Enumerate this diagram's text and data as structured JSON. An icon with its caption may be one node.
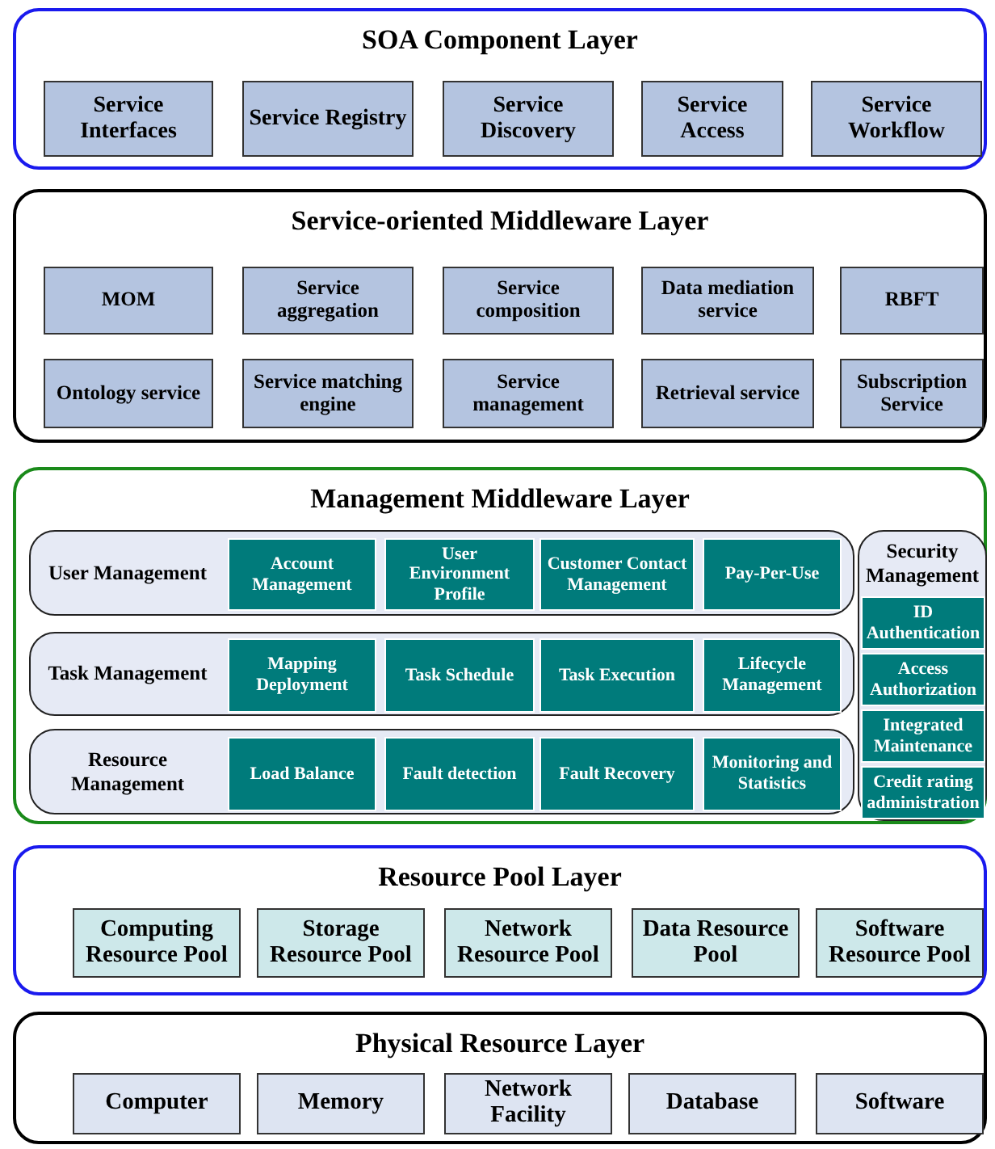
{
  "diagram": {
    "nodes": [
      {
        "text": [
          "SOA Component Layer"
        ]
      },
      {
        "text": [
          "Service Interfaces"
        ],
        "in": 0
      },
      {
        "text": [
          "Service Registry"
        ],
        "in": 0
      },
      {
        "text": [
          "Service Discovery"
        ],
        "in": 0
      },
      {
        "text": [
          "Service Access"
        ],
        "in": 0
      },
      {
        "text": [
          "Service Workflow"
        ],
        "in": 0
      },
      {
        "text": [
          "Service-oriented Middleware Layer"
        ]
      },
      {
        "text": [
          "MOM"
        ],
        "in": 6
      },
      {
        "text": [
          "Service aggregation"
        ],
        "in": 6
      },
      {
        "text": [
          "Service composition"
        ],
        "in": 6
      },
      {
        "text": [
          "Data mediation service"
        ],
        "in": 6
      },
      {
        "text": [
          "RBFT"
        ],
        "in": 6
      },
      {
        "text": [
          "Ontology service"
        ],
        "in": 6
      },
      {
        "text": [
          "Service matching engine"
        ],
        "in": 6
      },
      {
        "text": [
          "Service management"
        ],
        "in": 6
      },
      {
        "text": [
          "Retrieval service"
        ],
        "in": 6
      },
      {
        "text": [
          "Subscription Service"
        ],
        "in": 6
      },
      {
        "text": [
          "Management Middleware Layer"
        ]
      },
      {
        "text": [
          "User Management"
        ],
        "in": 17
      },
      {
        "text": [
          "Account Management"
        ],
        "in": 18
      },
      {
        "text": [
          "User Environment Profile"
        ],
        "in": 18
      },
      {
        "text": [
          "Customer Contact Management"
        ],
        "in": 18
      },
      {
        "text": [
          "Pay-Per-Use"
        ],
        "in": 18
      },
      {
        "text": [
          "Task Management"
        ],
        "in": 17
      },
      {
        "text": [
          "Mapping Deployment"
        ],
        "in": 23
      },
      {
        "text": [
          "Task Schedule"
        ],
        "in": 23
      },
      {
        "text": [
          "Task Execution"
        ],
        "in": 23
      },
      {
        "text": [
          "Lifecycle Management"
        ],
        "in": 23
      },
      {
        "text": [
          "Resource Management"
        ],
        "in": 17
      },
      {
        "text": [
          "Load Balance"
        ],
        "in": 28
      },
      {
        "text": [
          "Fault detection"
        ],
        "in": 28
      },
      {
        "text": [
          "Fault Recovery"
        ],
        "in": 28
      },
      {
        "text": [
          "Monitoring and Statistics"
        ],
        "in": 28
      },
      {
        "text": [
          "Security Management"
        ],
        "in": 17
      },
      {
        "text": [
          "ID Authentication"
        ],
        "in": 33
      },
      {
        "text": [
          "Access Authorization"
        ],
        "in": 33
      },
      {
        "text": [
          "Integrated Maintenance"
        ],
        "in": 33
      },
      {
        "text": [
          "Credit rating administration"
        ],
        "in": 33
      },
      {
        "text": [
          "Resource Pool Layer"
        ]
      },
      {
        "text": [
          "Computing Resource Pool"
        ],
        "in": 38
      },
      {
        "text": [
          "Storage Resource Pool"
        ],
        "in": 38
      },
      {
        "text": [
          "Network Resource Pool"
        ],
        "in": 38
      },
      {
        "text": [
          "Data Resource Pool"
        ],
        "in": 38
      },
      {
        "text": [
          "Software Resource Pool"
        ],
        "in": 38
      },
      {
        "text": [
          "Physical Resource Layer"
        ]
      },
      {
        "text": [
          "Computer"
        ],
        "in": 44
      },
      {
        "text": [
          "Memory"
        ],
        "in": 44
      },
      {
        "text": [
          "Network Facility"
        ],
        "in": 44
      },
      {
        "text": [
          "Database"
        ],
        "in": 44
      },
      {
        "text": [
          "Software"
        ],
        "in": 44
      }
    ]
  }
}
